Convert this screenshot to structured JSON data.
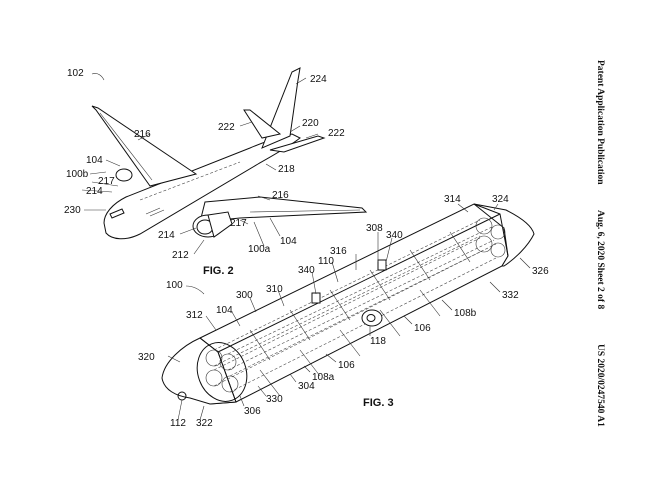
{
  "header": {
    "publication": "Patent Application Publication",
    "date_sheet": "Aug. 6, 2020   Sheet 2 of 8",
    "number": "US 2020/0247540 A1"
  },
  "figures": {
    "fig2": "FIG. 2",
    "fig3": "FIG. 3"
  },
  "labels_fig2": [
    "102",
    "224",
    "222",
    "220",
    "222",
    "216",
    "104",
    "100b",
    "217",
    "214",
    "230",
    "218",
    "216",
    "217",
    "214",
    "212",
    "104",
    "100a"
  ],
  "labels_fig3": [
    "100",
    "314",
    "324",
    "308",
    "340",
    "316",
    "110",
    "340",
    "300",
    "310",
    "104",
    "312",
    "326",
    "332",
    "108b",
    "106",
    "118",
    "106",
    "320",
    "304",
    "108a",
    "330",
    "306",
    "112",
    "322"
  ]
}
